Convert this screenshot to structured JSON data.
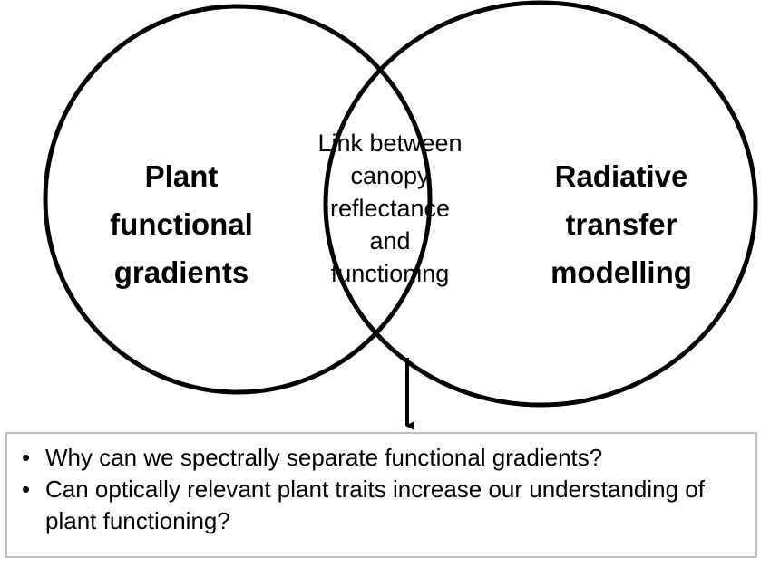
{
  "diagram": {
    "left_circle": {
      "label": "Plant\nfunctional\ngradients"
    },
    "right_circle": {
      "label": "Radiative\ntransfer\nmodelling"
    },
    "intersection": {
      "label": "Link between\ncanopy\nreflectance\nand\nfunctioning"
    },
    "questions": {
      "bullet_glyph": "•",
      "items": [
        "Why can we spectrally separate functional gradients?",
        "Can optically relevant plant traits increase our understanding of plant functioning?"
      ]
    },
    "colors": {
      "stroke": "#000000",
      "box_border": "#bfbfbf",
      "background": "#ffffff"
    }
  }
}
